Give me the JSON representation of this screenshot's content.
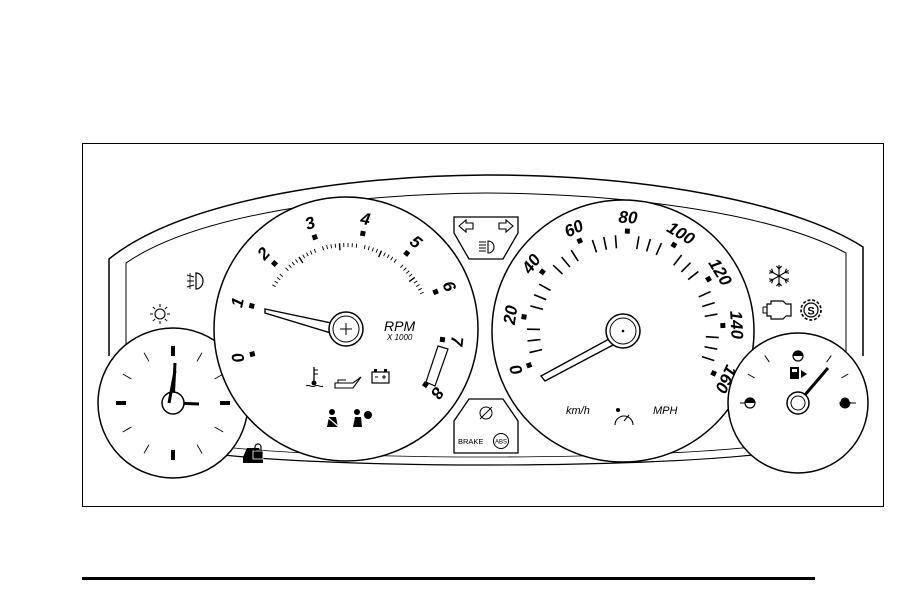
{
  "cluster": {
    "tachometer": {
      "numbers": [
        "0",
        "1",
        "2",
        "3",
        "4",
        "5",
        "6",
        "7",
        "8"
      ],
      "unit": "RPM",
      "multiplier": "X 1000"
    },
    "speedometer": {
      "numbers": [
        "0",
        "20",
        "40",
        "60",
        "80",
        "100",
        "120",
        "140",
        "160"
      ],
      "unit_metric": "km/h",
      "unit_imperial": "MPH"
    },
    "center_indicators": {
      "brake_label": "BRAKE",
      "abs_label": "ABS"
    },
    "icons": {
      "fog_lamp": "front-fog-lamp-icon",
      "lights_on": "lights-on-icon",
      "security": "security-icon",
      "coolant_temp": "coolant-temperature-icon",
      "oil_pressure": "oil-pressure-icon",
      "charging": "charging-system-icon",
      "safety_belt": "safety-belt-icon",
      "airbag": "airbag-icon",
      "turn_signals": "turn-signal-arrows-icon",
      "high_beam": "high-beam-icon",
      "traction_off": "traction-off-icon",
      "cruise": "cruise-control-icon",
      "snow": "snowflake-icon",
      "check_engine": "check-engine-icon",
      "service": "service-icon",
      "fuel": "fuel-pump-icon"
    }
  }
}
